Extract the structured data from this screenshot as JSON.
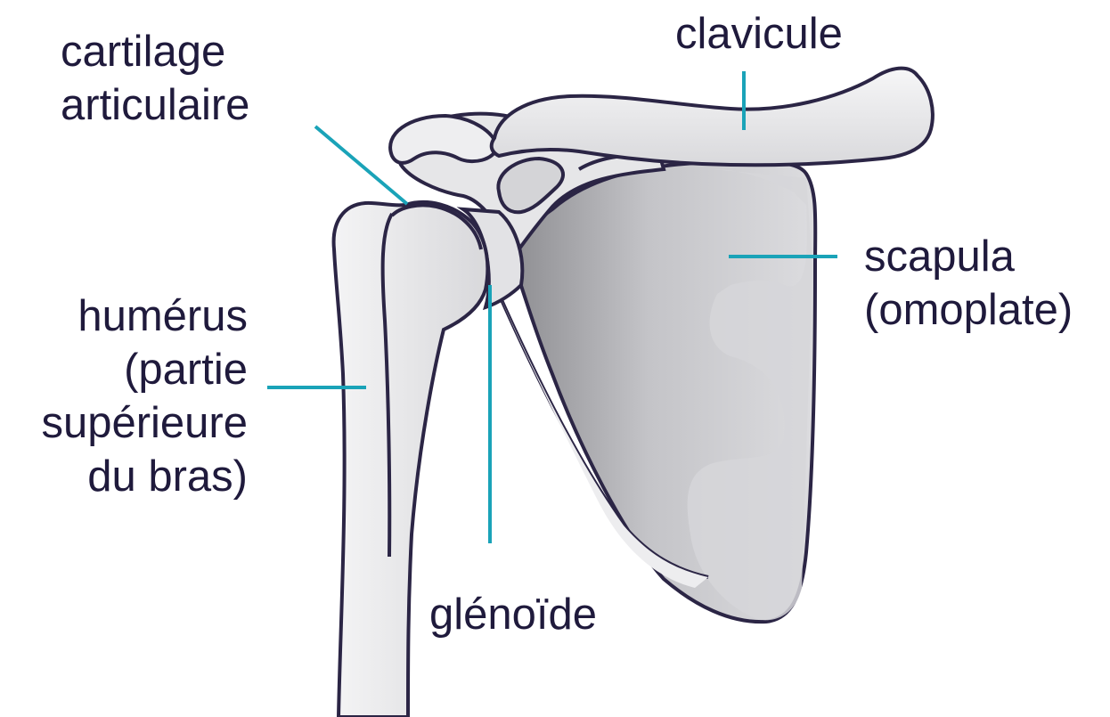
{
  "colors": {
    "outline": "#2b2545",
    "bone_light": "#eeeef0",
    "bone_mid": "#dcdcdf",
    "scapula_dark": "#8e8e92",
    "scapula_light": "#d6d6d9",
    "leader_line": "#1aa3b8",
    "text": "#1f1a3c"
  },
  "labels": {
    "clavicle": [
      "clavicule"
    ],
    "articular_cartilage": [
      "cartilage",
      "articulaire"
    ],
    "humerus": [
      "humérus",
      "(partie",
      "supérieure",
      "du bras)"
    ],
    "scapula": [
      "scapula",
      "(omoplate)"
    ],
    "glenoid": [
      "glénoïde"
    ]
  }
}
